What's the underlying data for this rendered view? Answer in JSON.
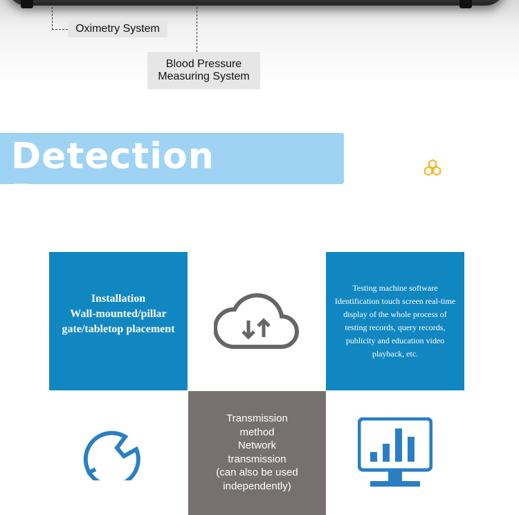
{
  "callouts": {
    "oximetry": "Oximetry System",
    "bp_line1": "Blood Pressure",
    "bp_line2": "Measuring System"
  },
  "banner": {
    "title": "Detection Process"
  },
  "tiles": {
    "installation": {
      "title": "Installation",
      "body": "Wall-mounted/pillar gate/tabletop placement"
    },
    "software": {
      "text": "Testing machine software Identification touch screen real-time display of the whole process of testing records, query records, publicity and education video playback, etc."
    },
    "transmission": {
      "line1": "Transmission method",
      "line2": "Network transmission",
      "line3": "(can also be used independently)"
    }
  },
  "colors": {
    "blue": "#1187c2",
    "gray": "#767070",
    "icon_blue": "#2a7fc4",
    "accent": "#f5b623"
  }
}
